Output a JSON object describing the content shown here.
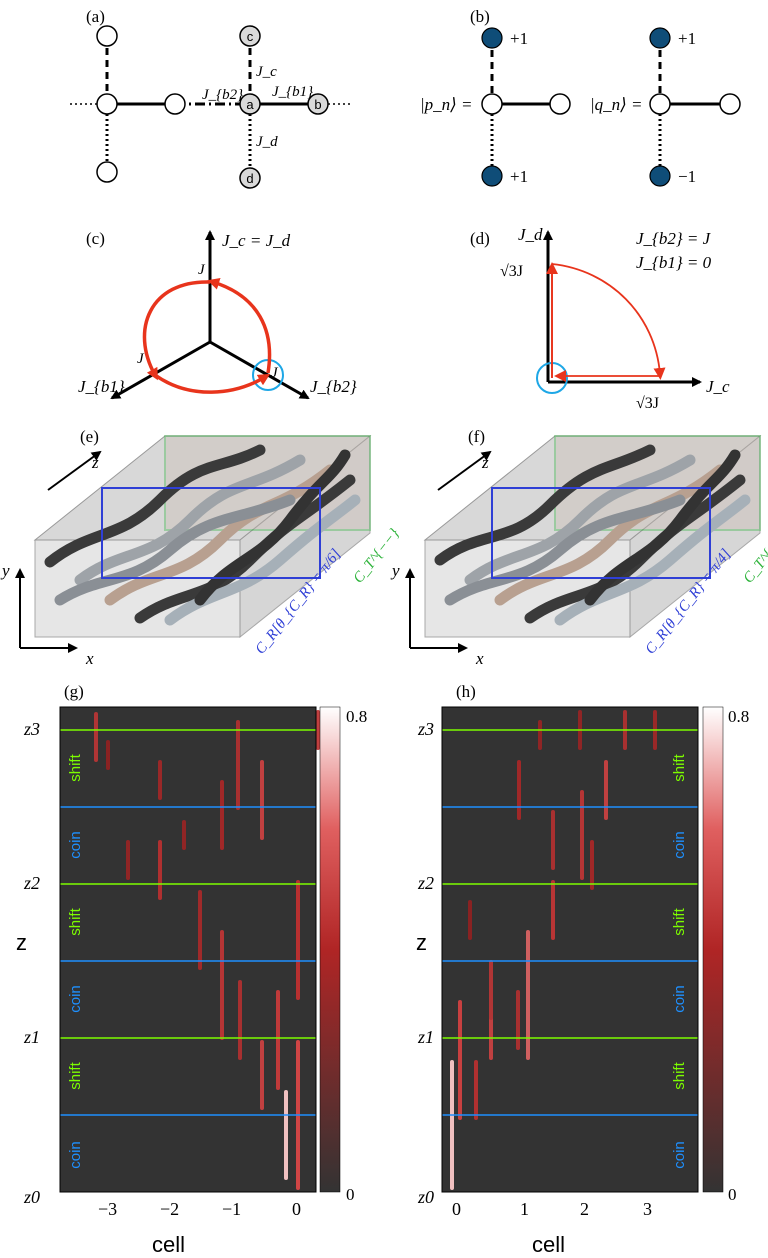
{
  "panel_labels": [
    "(a)",
    "(b)",
    "(c)",
    "(d)",
    "(e)",
    "(f)",
    "(g)",
    "(h)"
  ],
  "panel_a": {
    "site_c": "c",
    "site_a": "a",
    "site_b": "b",
    "site_d": "d",
    "coupling_b2": "J_{b2}",
    "coupling_c": "J_c",
    "coupling_b1": "J_{b1}",
    "coupling_d": "J_d"
  },
  "panel_b": {
    "state_p": "|p_n⟩ =",
    "state_q": "|q_n⟩ =",
    "p_top": "+1",
    "p_bottom": "+1",
    "q_top": "+1",
    "q_bottom": "−1",
    "filled_color": "#0f4d78"
  },
  "panel_c": {
    "axis_top": "J_c = J_d",
    "axis_left": "J_{b1}",
    "axis_right": "J_{b2}",
    "marker_top": "J",
    "marker_left": "J",
    "marker_right": "J",
    "path_color": "#e8341c",
    "start_circle_color": "#1ea7e6"
  },
  "panel_d": {
    "axis_y": "J_d",
    "axis_x": "J_c",
    "tick_y": "√3J",
    "tick_x": "√3J",
    "condition_1": "J_{b2} = J",
    "condition_2": "J_{b1} = 0",
    "path_color": "#e8341c",
    "start_circle_color": "#1ea7e6"
  },
  "panel_e": {
    "axis_z": "z",
    "axis_y": "y",
    "axis_x": "x",
    "coin_label": "C_R[θ_{C_R} = π/6]",
    "coin_color": "#2f3fd6",
    "shift_label": "C_T^{−−}",
    "shift_color": "#2db33a"
  },
  "panel_f": {
    "axis_z": "z",
    "axis_y": "y",
    "axis_x": "x",
    "coin_label": "C_R[θ_{C_R} = π/4]",
    "coin_color": "#2f3fd6",
    "shift_label": "C_T^{++}",
    "shift_color": "#2db33a"
  },
  "chart_data": [
    {
      "panel": "(g)",
      "type": "heatmap",
      "xlabel": "cell",
      "ylabel": "z",
      "x_ticks": [
        "−3",
        "−2",
        "−1",
        "0"
      ],
      "y_ticks": [
        "z0",
        "z1",
        "z2",
        "z3"
      ],
      "colorbar": {
        "min": "0",
        "max": "0.8"
      },
      "region_labels": [
        "coin",
        "shift",
        "coin",
        "shift",
        "coin",
        "shift"
      ],
      "coin_line_color": "#1e90ff",
      "shift_line_color": "#7CFC00",
      "background": "#333333"
    },
    {
      "panel": "(h)",
      "type": "heatmap",
      "xlabel": "cell",
      "ylabel": "z",
      "x_ticks": [
        "0",
        "1",
        "2",
        "3"
      ],
      "y_ticks": [
        "z0",
        "z1",
        "z2",
        "z3"
      ],
      "colorbar": {
        "min": "0",
        "max": "0.8"
      },
      "region_labels": [
        "coin",
        "shift",
        "coin",
        "shift",
        "coin",
        "shift"
      ],
      "coin_line_color": "#1e90ff",
      "shift_line_color": "#7CFC00",
      "background": "#333333"
    }
  ]
}
